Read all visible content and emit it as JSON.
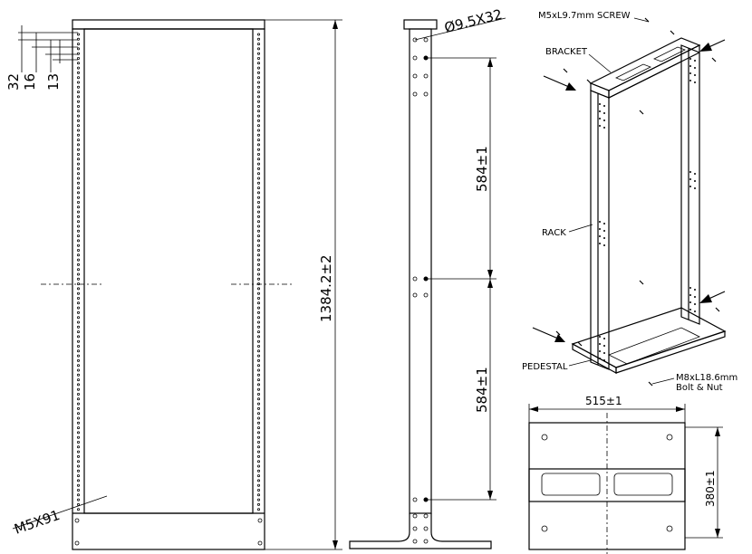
{
  "front_view": {
    "dims": {
      "d32": "32",
      "d16": "16",
      "d13": "13",
      "height": "1384.2±2",
      "screw": "M5X91"
    }
  },
  "side_view": {
    "hole_note": "Ø9.5X32",
    "spacing_upper": "584±1",
    "spacing_lower": "584±1"
  },
  "iso_view": {
    "screw_label": "M5xL9.7mm  SCREW",
    "bracket_label": "BRACKET",
    "rack_label": "RACK",
    "pedestal_label": "PEDESTAL",
    "bolt_label_1": "M8xL18.6mm",
    "bolt_label_2": "Bolt & Nut"
  },
  "base_view": {
    "width": "515±1",
    "depth": "380±1"
  }
}
